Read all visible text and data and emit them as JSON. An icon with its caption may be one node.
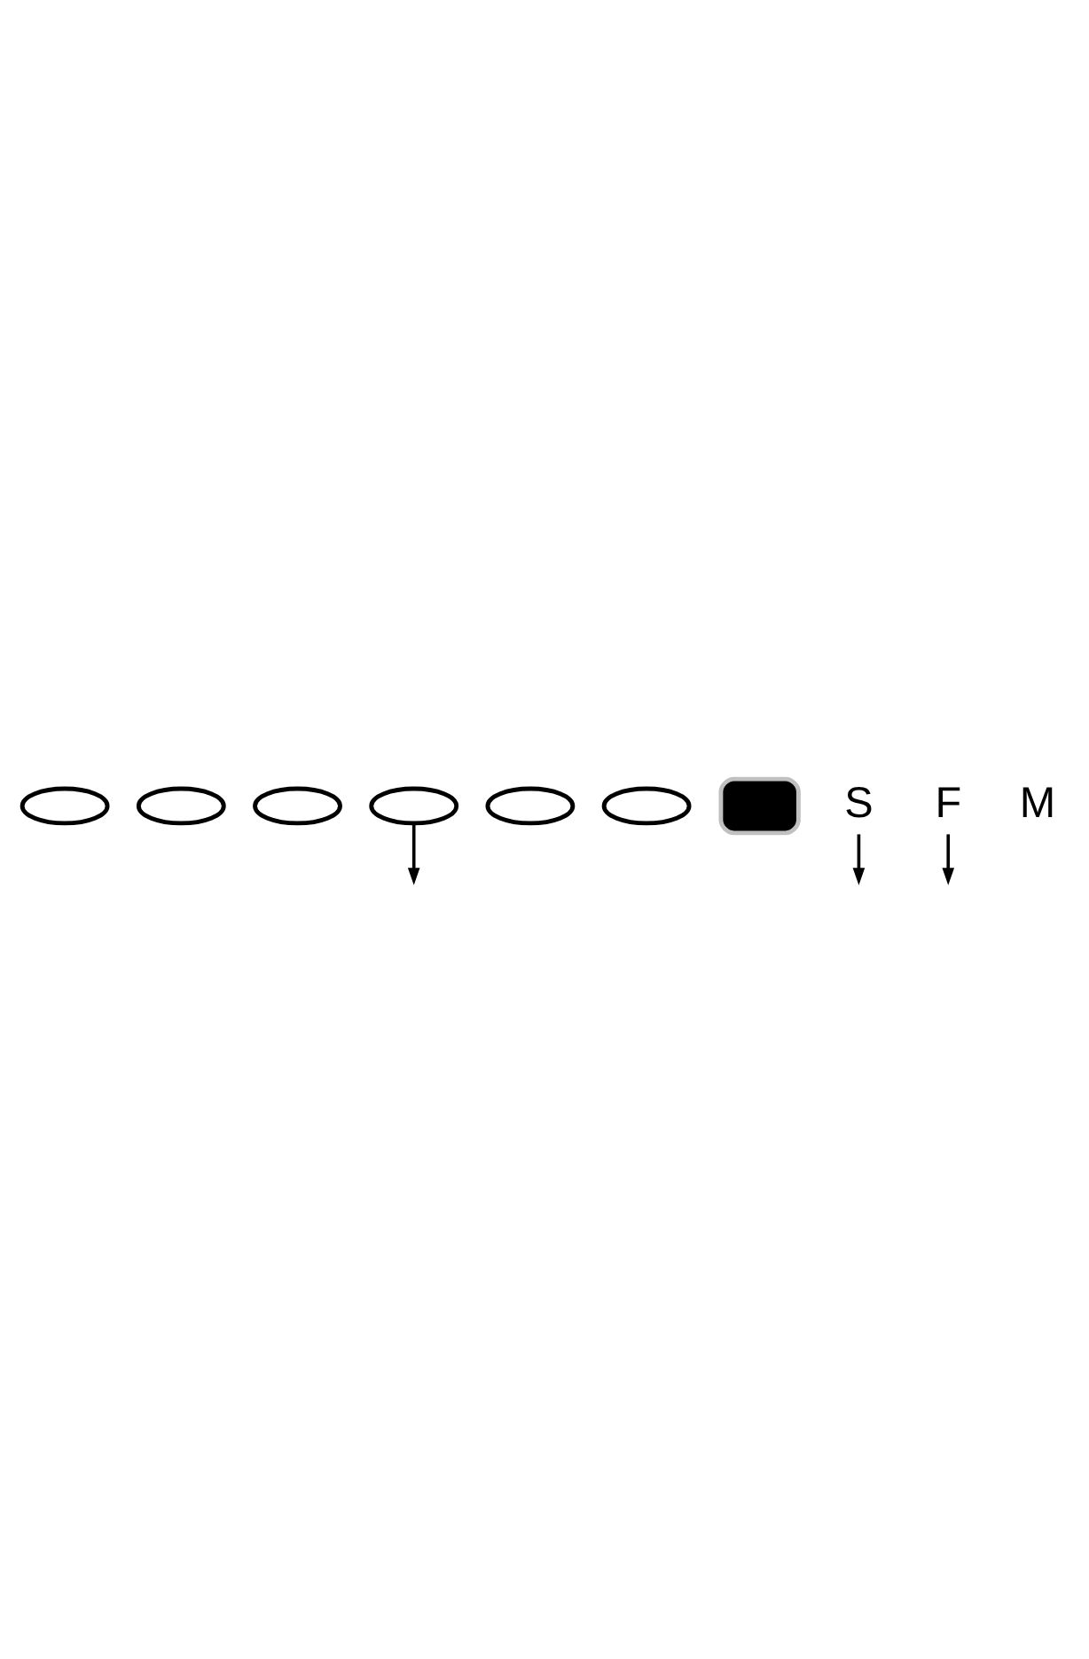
{
  "diagram": {
    "nodes": [
      {
        "text": [],
        "shape": "ellipse"
      },
      {
        "text": [],
        "shape": "ellipse"
      },
      {
        "text": [],
        "shape": "ellipse"
      },
      {
        "text": [],
        "shape": "ellipse"
      },
      {
        "text": [],
        "shape": "ellipse"
      },
      {
        "text": [],
        "shape": "ellipse"
      },
      {
        "text": [],
        "shape": "box"
      },
      {
        "text": [
          "S"
        ]
      },
      {
        "text": [
          "F"
        ]
      }
    ],
    "edges": [
      {
        "from": 3,
        "to": null,
        "arrow": "to"
      },
      {
        "from": 7,
        "to": null,
        "arrow": "to"
      },
      {
        "from": 8,
        "to": null,
        "arrow": "to"
      }
    ],
    "labels": [
      "M"
    ]
  }
}
